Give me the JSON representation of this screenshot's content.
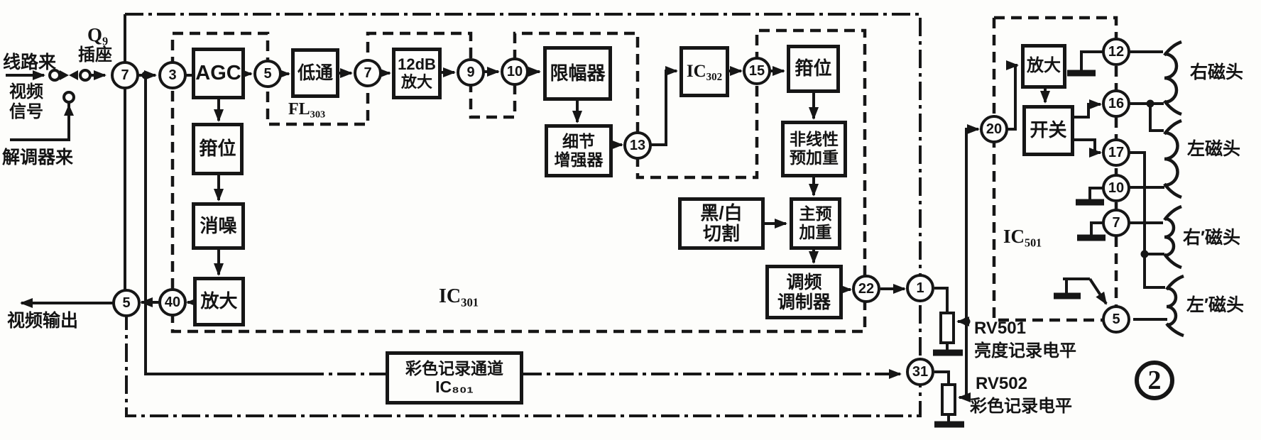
{
  "figure": {
    "number": "2",
    "description_labels": {
      "line_in": "线路来",
      "q9": "Q₉",
      "socket": "插座",
      "video_signal": "视频\n信号",
      "from_demodulator": "解调器来",
      "video_out": "视频输出",
      "fl303": "FL₃₀₃",
      "ic301": "IC₃₀₁",
      "ic501": "IC₅₀₁",
      "rv501": "RV501",
      "rv501_desc": "亮度记录电平",
      "rv502": "RV502",
      "rv502_desc": "彩色记录电平",
      "head_right": "右磁头",
      "head_left": "左磁头",
      "head_right2": "右′磁头",
      "head_left2": "左′磁头"
    }
  },
  "blocks": {
    "agc": "AGC",
    "clamp1": "箝位",
    "denoise": "消噪",
    "amp_out": "放大",
    "lowpass": "低通",
    "amp12db": "12dB\n放大",
    "limiter": "限幅器",
    "detail": "细节\n增强器",
    "ic302": "IC₃₀₂",
    "clamp2": "箝位",
    "nonlinear_pre": "非线性\n预加重",
    "bw_clip": "黑/白\n切割",
    "main_pre": "主预\n加重",
    "fm_mod": "调频\n调制器",
    "chroma_channel": "彩色记录通道\nIC₈₀₁",
    "amp_501": "放大",
    "switch_501": "开关"
  },
  "pins": [
    "7",
    "3",
    "5",
    "7",
    "9",
    "10",
    "13",
    "15",
    "22",
    "1",
    "31",
    "40",
    "5",
    "20",
    "12",
    "16",
    "17",
    "10",
    "7",
    "5"
  ],
  "colors": {
    "ink": "#161616",
    "paper": "#fdfdfb"
  }
}
